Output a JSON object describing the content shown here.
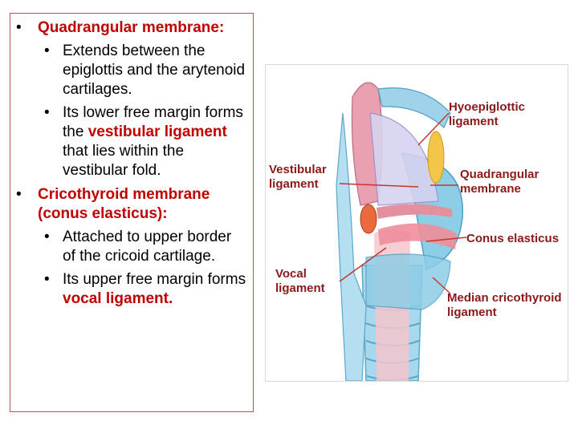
{
  "text": {
    "b1_title": "Quadrangular membrane:",
    "b1_s1": "Extends between the epiglottis and the arytenoid cartilages.",
    "b1_s2_pre": "Its lower free margin forms the ",
    "b1_s2_red": "vestibular ligament",
    "b1_s2_post": " that lies within the vestibular fold.",
    "b2_title": "Cricothyroid membrane (conus elasticus):",
    "b2_s1": "Attached to upper border of the cricoid cartilage.",
    "b2_s2_pre": "Its upper free margin forms ",
    "b2_s2_red": "vocal ligament."
  },
  "figure": {
    "labels": {
      "hyoepiglottic": [
        "Hyoepiglottic",
        "ligament"
      ],
      "vestibular": [
        "Vestibular",
        "ligament"
      ],
      "quadrangular": [
        "Quadrangular",
        "membrane"
      ],
      "conus": [
        "Conus elasticus"
      ],
      "vocal": [
        "Vocal",
        "ligament"
      ],
      "median": [
        "Median cricothyroid",
        "ligament"
      ]
    }
  },
  "colors": {
    "accent_red": "#c00000",
    "label_color": "#8a1a1a",
    "cartilage_blue": "#8ecde6",
    "membrane_pink": "#f1a9b2",
    "fat_yellow": "#f3c64a"
  }
}
